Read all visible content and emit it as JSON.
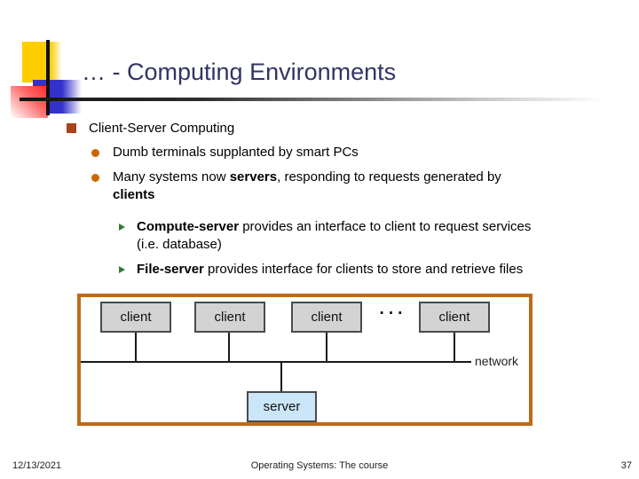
{
  "slide": {
    "title": "… - Computing Environments",
    "footer": {
      "date": "12/13/2021",
      "course": "Operating Systems: The course",
      "page": "37"
    }
  },
  "content": {
    "heading": "Client-Server Computing",
    "bullets": [
      {
        "segments": [
          {
            "t": "Dumb terminals supplanted by smart PCs",
            "b": false
          }
        ]
      },
      {
        "segments": [
          {
            "t": "Many systems now ",
            "b": false
          },
          {
            "t": "servers",
            "b": true
          },
          {
            "t": ", responding to requests generated by ",
            "b": false
          },
          {
            "t": "clients",
            "b": true
          }
        ]
      }
    ],
    "sub_bullets": [
      {
        "segments": [
          {
            "t": "Compute-server",
            "b": true
          },
          {
            "t": " provides an interface to client to request services (i.e. database)",
            "b": false
          }
        ]
      },
      {
        "segments": [
          {
            "t": "File-server",
            "b": true
          },
          {
            "t": " provides interface for clients to store and retrieve files",
            "b": false
          }
        ]
      }
    ]
  },
  "diagram": {
    "clients": [
      "client",
      "client",
      "client",
      "client"
    ],
    "ellipsis": "···",
    "network_label": "network",
    "server_label": "server",
    "colors": {
      "border": "#C06A18",
      "client_fill": "#D3D3D3",
      "server_fill": "#CBE6F8",
      "line": "#1a1a1a"
    }
  },
  "colors": {
    "title": "#333366",
    "bullet_level1": "#A8431A",
    "bullet_level2": "#CC6600",
    "bullet_level3": "#2E7D32",
    "accent_yellow": "#FFCC00",
    "accent_blue": "#3333CC",
    "accent_red": "#FF2A2A"
  }
}
